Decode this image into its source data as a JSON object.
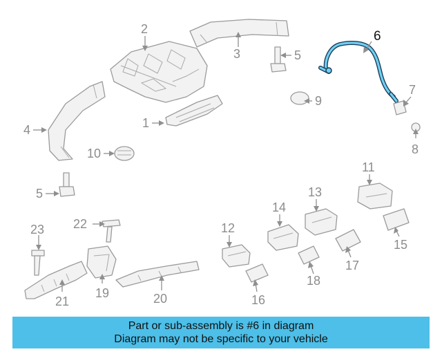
{
  "diagram": {
    "highlighted_part": "6",
    "callouts": {
      "c1": "1",
      "c2": "2",
      "c3": "3",
      "c4": "4",
      "c5a": "5",
      "c5b": "5",
      "c6": "6",
      "c7": "7",
      "c8": "8",
      "c9": "9",
      "c10": "10",
      "c11": "11",
      "c12": "12",
      "c13": "13",
      "c14": "14",
      "c15": "15",
      "c16": "16",
      "c17": "17",
      "c18": "18",
      "c19": "19",
      "c20": "20",
      "c21": "21",
      "c22": "22",
      "c23": "23"
    },
    "colors": {
      "highlight": "#6fd0f5",
      "banner": "#4dbfe8",
      "line_art": "#9a9a9a"
    }
  },
  "banner": {
    "line1": "Part or sub-assembly is #6 in diagram",
    "line2": "Diagram may not be specific to your vehicle"
  }
}
